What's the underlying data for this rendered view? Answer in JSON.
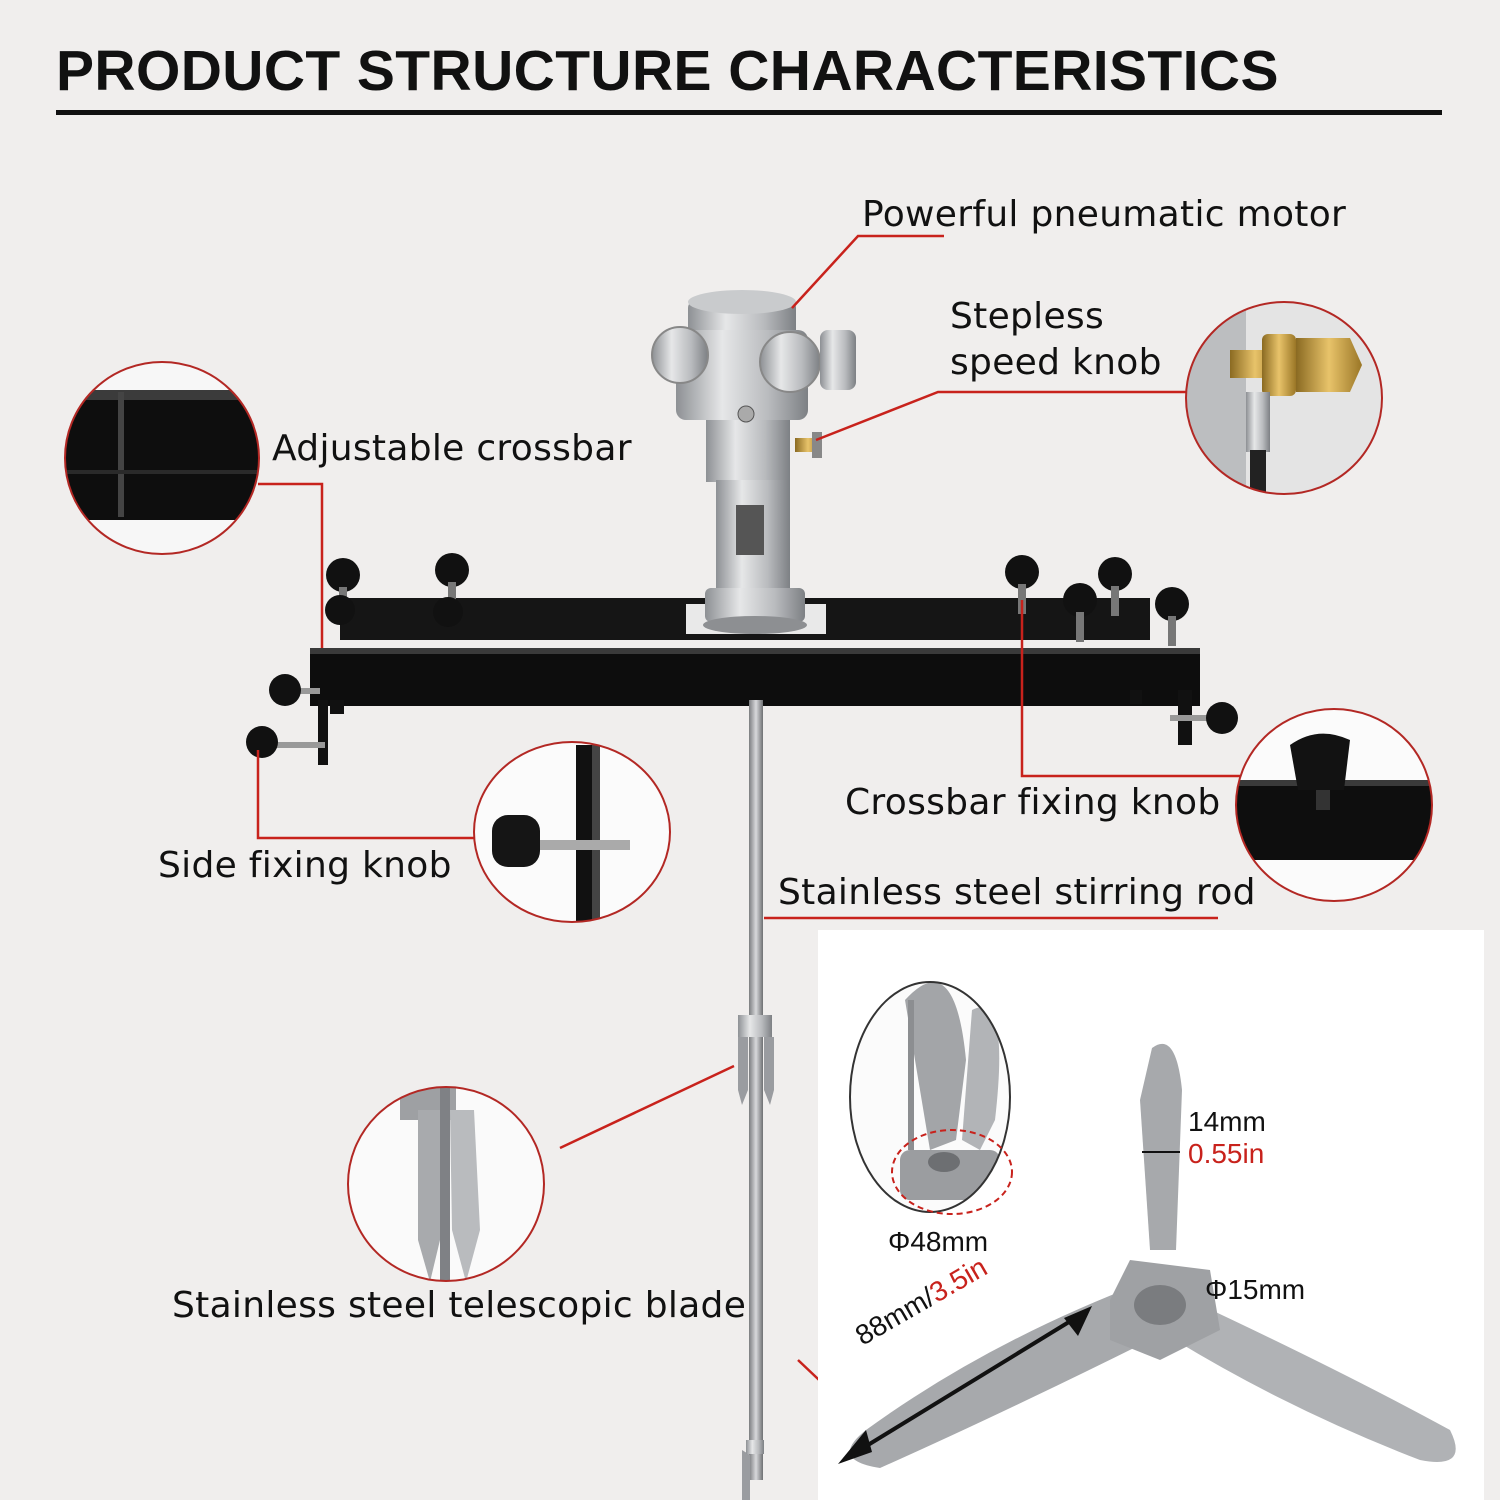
{
  "title": "PRODUCT STRUCTURE CHARACTERISTICS",
  "labels": {
    "motor": "Powerful pneumatic motor",
    "speed_knob_line1": "Stepless",
    "speed_knob_line2": "speed knob",
    "crossbar": "Adjustable crossbar",
    "crossbar_knob": "Crossbar fixing knob",
    "side_knob": "Side fixing knob",
    "rod": "Stainless steel stirring rod",
    "blade": "Stainless steel telescopic blade"
  },
  "dimensions": {
    "blade_width_mm": "14mm",
    "blade_width_in": "0.55in",
    "hub_diameter": "Φ48mm",
    "shaft_hole": "Φ15mm",
    "blade_length_mm": "88mm/",
    "blade_length_in": "3.5in"
  },
  "colors": {
    "callout_line": "#c8221c",
    "frame": "#111111",
    "steel": "#a8aaad",
    "background": "#f0eeed"
  }
}
